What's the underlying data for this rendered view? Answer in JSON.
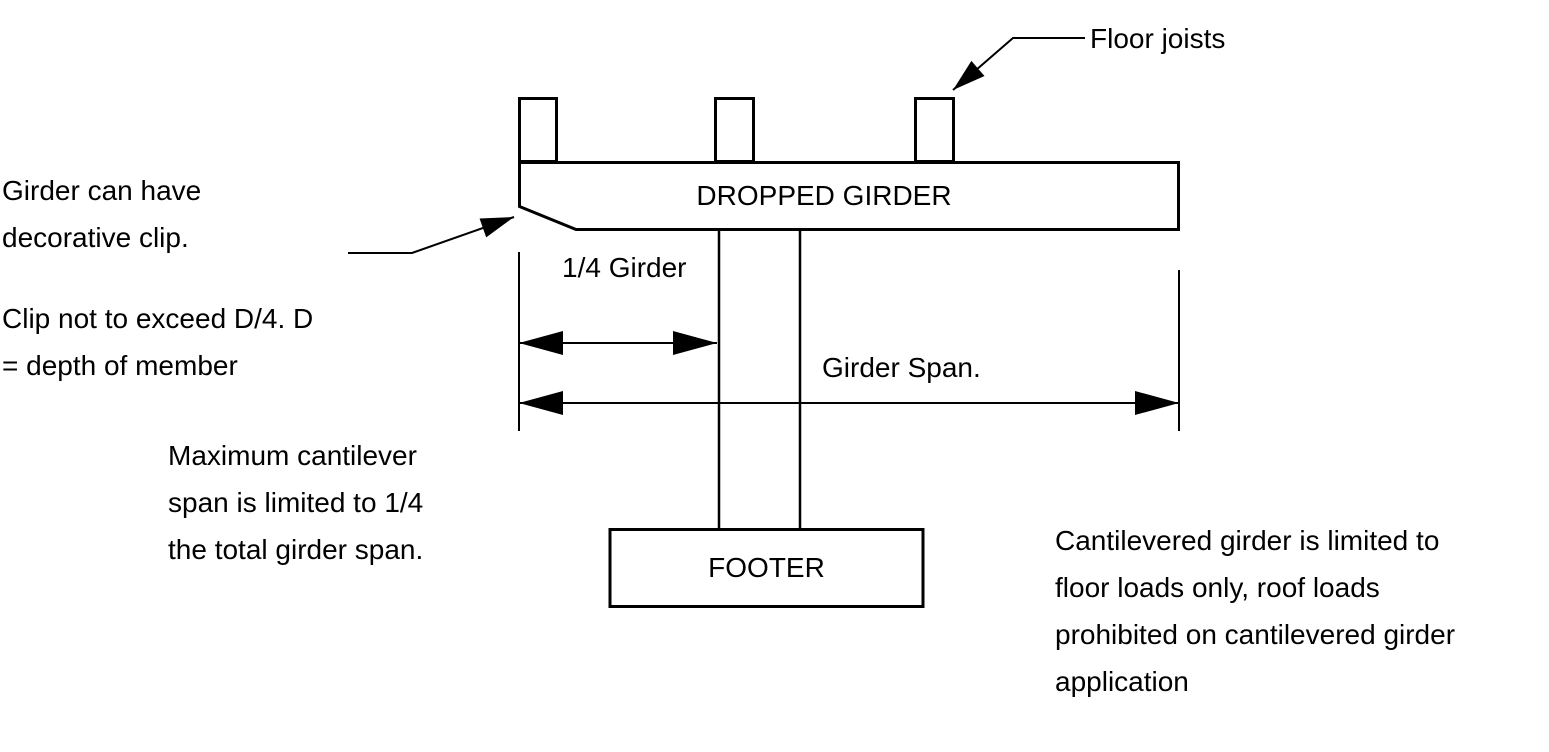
{
  "colors": {
    "background": "#ffffff",
    "line": "#000000",
    "text": "#000000"
  },
  "diagram": {
    "dropped_girder_label": "DROPPED GIRDER",
    "footer_label": "FOOTER",
    "floor_joists_label": "Floor joists",
    "quarter_girder_label": "1/4 Girder",
    "girder_span_label": "Girder Span."
  },
  "notes": {
    "clip": {
      "lines": [
        "Girder can have",
        "decorative clip."
      ]
    },
    "clip_limit": {
      "lines": [
        "Clip not to exceed D/4. D",
        "= depth of member"
      ]
    },
    "cantilever": {
      "lines": [
        "Maximum cantilever",
        "span is limited to 1/4",
        "the total girder span."
      ]
    },
    "loads": {
      "lines": [
        "Cantilevered girder is limited to",
        "floor loads only, roof loads",
        "prohibited on cantilevered girder",
        "application"
      ]
    }
  }
}
